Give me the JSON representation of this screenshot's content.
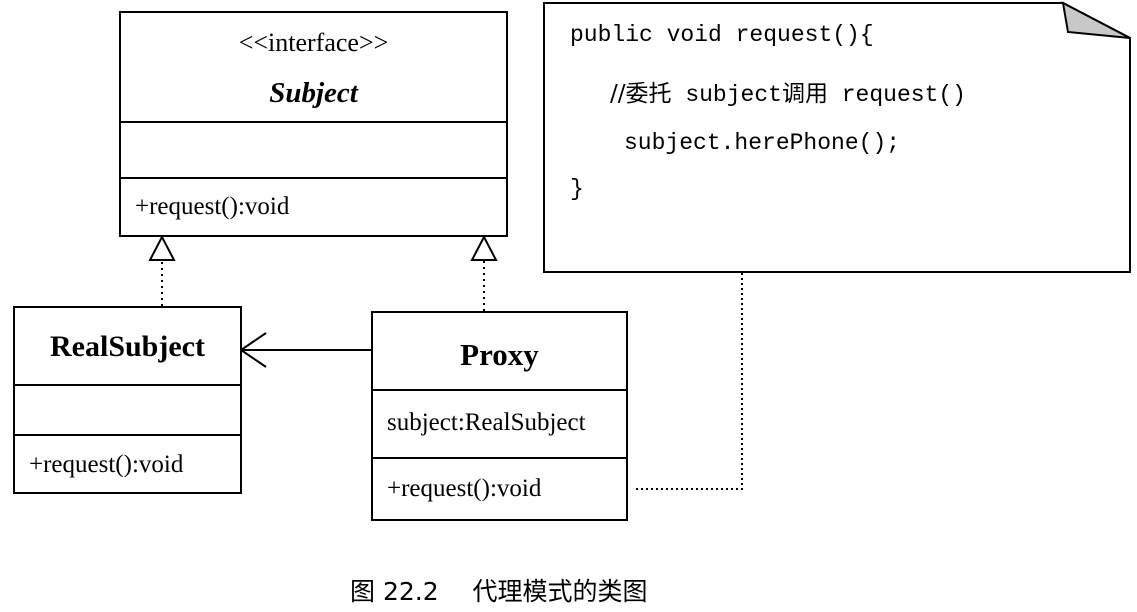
{
  "subject": {
    "stereotype": "<<interface>>",
    "name": "Subject",
    "method": "+request():void"
  },
  "real_subject": {
    "name": "RealSubject",
    "method": "+request():void"
  },
  "proxy": {
    "name": "Proxy",
    "attribute": "subject:RealSubject",
    "method": "+request():void"
  },
  "note": {
    "line1": "public void request(){",
    "line2_comment": "//委托",
    "line2_obj": "subject",
    "line2_mid": "调用",
    "line2_end": "request()",
    "line3": "subject.herePhone();",
    "line4": "}"
  },
  "caption": {
    "figure": "图 22.2",
    "title": "代理模式的类图"
  }
}
